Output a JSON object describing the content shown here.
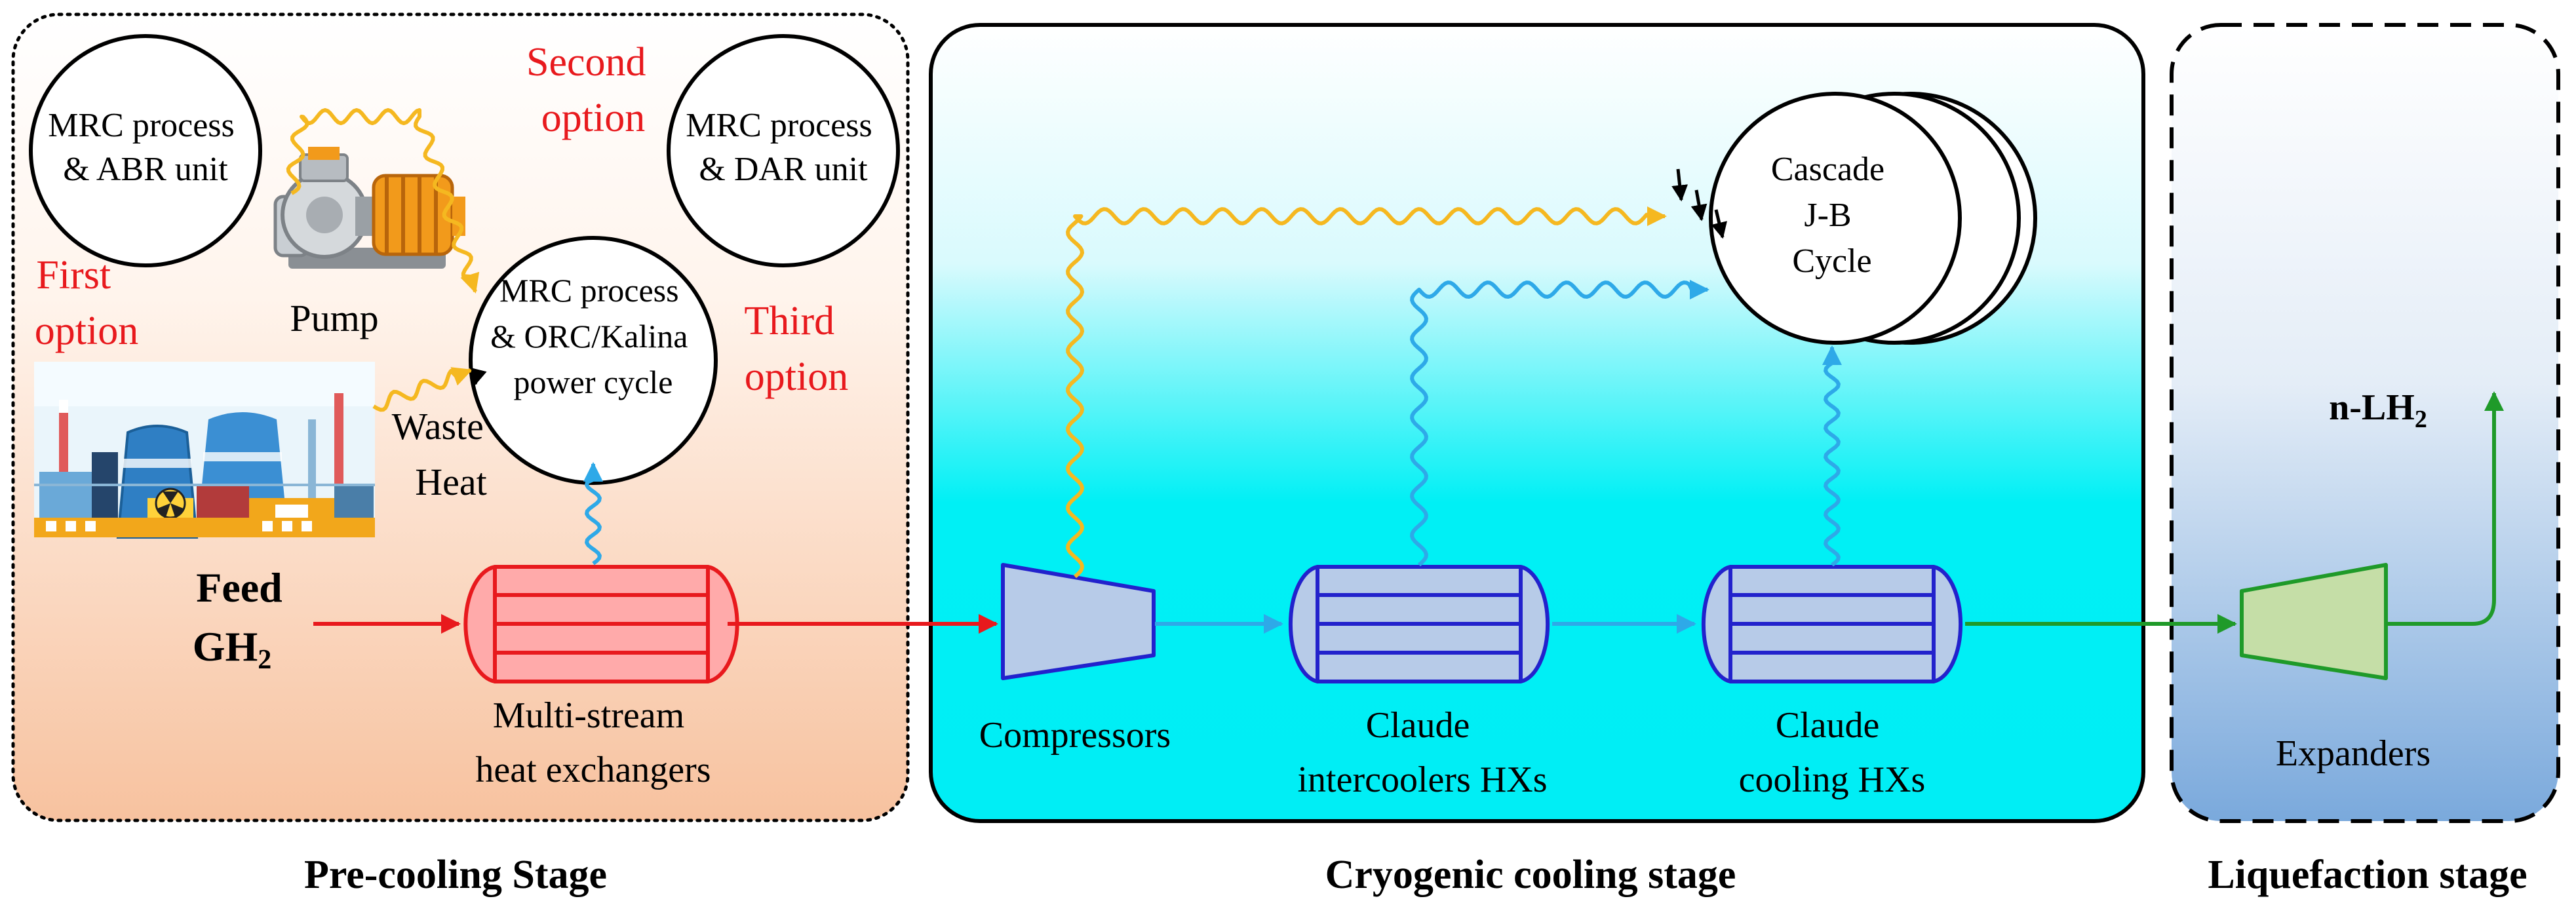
{
  "stages": {
    "precooling": {
      "label": "Pre-cooling Stage",
      "circle_abr": [
        "MRC process",
        "& ABR unit"
      ],
      "circle_dar": [
        "MRC process",
        "& DAR unit"
      ],
      "circle_orc": [
        "MRC process",
        "& ORC/Kalina",
        "power cycle"
      ],
      "first_option": [
        "First",
        "option"
      ],
      "second_option": [
        "Second",
        "option"
      ],
      "third_option": [
        "Third",
        "option"
      ],
      "pump": "Pump",
      "waste_heat": [
        "Waste",
        "Heat"
      ],
      "feed": "Feed",
      "feed_gas": "GH",
      "feed_gas_sub": "2",
      "heat_exchanger": [
        "Multi-stream",
        "heat exchangers"
      ]
    },
    "cryogenic": {
      "label": "Cryogenic cooling stage",
      "cascade": [
        "Cascade",
        "J-B",
        "Cycle"
      ],
      "compressors": "Compressors",
      "intercoolers": [
        "Claude",
        "intercoolers HXs"
      ],
      "cooling": [
        "Claude",
        "cooling HXs"
      ]
    },
    "liquefaction": {
      "label": "Liquefaction stage",
      "expanders": "Expanders",
      "product": "n-LH",
      "product_sub": "2"
    }
  },
  "colors": {
    "hot_stream": "#e8191d",
    "warm_stream": "#f5b820",
    "cold_stream": "#2ea9e8",
    "product_stream": "#1f9a29",
    "hx_outline": "#2222cc",
    "option_text": "#e8191d"
  }
}
